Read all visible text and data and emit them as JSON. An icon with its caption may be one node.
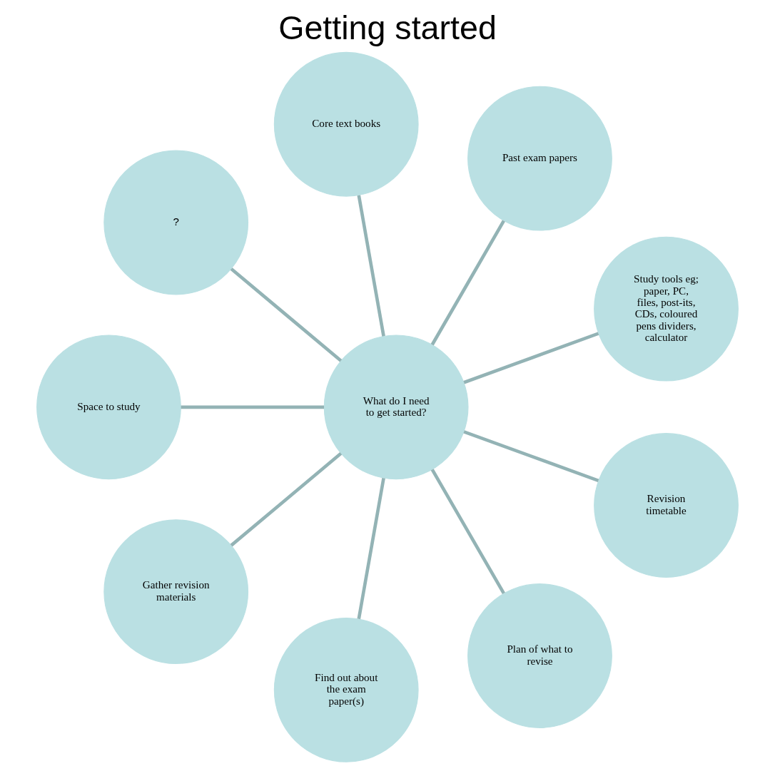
{
  "diagram": {
    "title": "Getting started",
    "nodes": [
      {
        "text": [
          "What do I need to get started?"
        ]
      },
      {
        "text": [
          "Study tools eg; paper, PC, files, post-its, CDs, coloured pens dividers, calculator"
        ]
      },
      {
        "text": [
          "Past exam papers"
        ]
      },
      {
        "text": [
          "Core text books"
        ]
      },
      {
        "text": [
          "?"
        ]
      },
      {
        "text": [
          "Space to study"
        ]
      },
      {
        "text": [
          "Gather revision materials"
        ]
      },
      {
        "text": [
          "Find out about the exam paper(s)"
        ]
      },
      {
        "text": [
          "Plan of what to revise"
        ]
      },
      {
        "text": [
          "Revision timetable"
        ]
      }
    ],
    "edges": [
      {
        "from": 0,
        "to": 1,
        "arrow": "none"
      },
      {
        "from": 0,
        "to": 2,
        "arrow": "none"
      },
      {
        "from": 0,
        "to": 3,
        "arrow": "none"
      },
      {
        "from": 0,
        "to": 4,
        "arrow": "none"
      },
      {
        "from": 0,
        "to": 5,
        "arrow": "none"
      },
      {
        "from": 0,
        "to": 6,
        "arrow": "none"
      },
      {
        "from": 0,
        "to": 7,
        "arrow": "none"
      },
      {
        "from": 0,
        "to": 8,
        "arrow": "none"
      },
      {
        "from": 0,
        "to": 9,
        "arrow": "none"
      }
    ]
  }
}
